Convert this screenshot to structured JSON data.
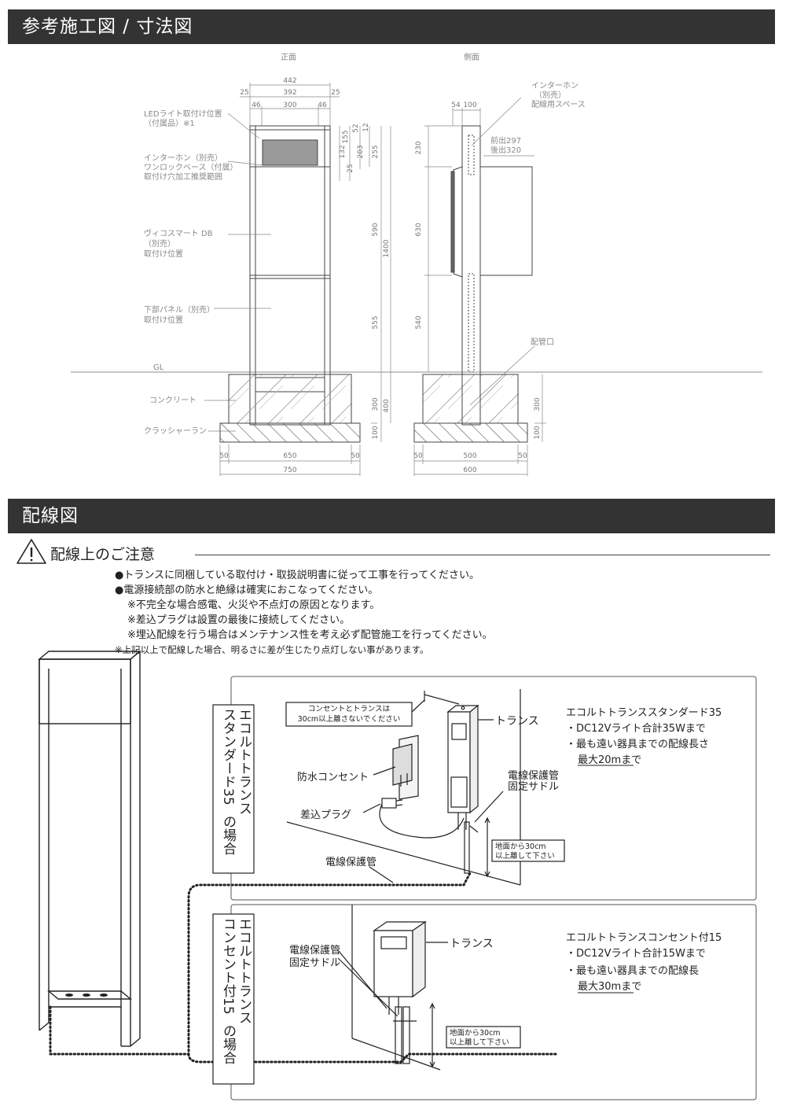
{
  "header1": "参考施工図 / 寸法図",
  "header2": "配線図",
  "views": {
    "front": "正面",
    "side": "側面"
  },
  "front_labels": {
    "led": "LEDライト取付け位置",
    "led2": "（付属品）※1",
    "intercom1": "インターホン（別売）",
    "intercom2": "ワンロックベース（付属）",
    "intercom3": "取付け穴加工推奨範囲",
    "vico1": "ヴィコスマート DB",
    "vico2": "（別売）",
    "vico3": "取付け位置",
    "panel1": "下部パネル（別売）",
    "panel2": "取付け位置",
    "gl": "GL",
    "concrete": "コンクリート",
    "crusher": "クラッシャーラン"
  },
  "front_dims": {
    "w442": "442",
    "d25a": "25",
    "d392": "392",
    "d25b": "25",
    "d46a": "46",
    "d300": "300",
    "d46b": "46",
    "d50a": "50",
    "d650": "650",
    "d50b": "50",
    "d750": "750",
    "h12": "12",
    "h52": "52",
    "h155": "155",
    "h132": "132",
    "h203": "203",
    "h255": "255",
    "h25": "25",
    "h590": "590",
    "h555": "555",
    "h1400": "1400",
    "h300": "300",
    "h400": "400",
    "h100": "100"
  },
  "side_labels": {
    "intercom1": "インターホン",
    "intercom2": "（別売）",
    "intercom3": "配線用スペース",
    "front_out": "前出297",
    "back_out": "後出320",
    "pipe_port": "配管口"
  },
  "side_dims": {
    "d54": "54",
    "d100": "100",
    "h230": "230",
    "h630": "630",
    "h540": "540",
    "h300": "300",
    "h100": "100",
    "d50a": "50",
    "d500": "500",
    "d50b": "50",
    "d600": "600"
  },
  "notice": {
    "title": "配線上のご注意",
    "lines": [
      "●トランスに同梱している取付け・取扱説明書に従って工事を行ってください。",
      "●電源接続部の防水と絶縁は確実におこなってください。",
      "※不完全な場合感電、火災や不点灯の原因となります。",
      "※差込プラグは設置の最後に接続してください。",
      "※埋込配線を行う場合はメンテナンス性を考え必ず配管施工を行ってください。",
      "※上記以上で配線した場合、明るさに差が生じたり点灯しない事があります。"
    ]
  },
  "case1": {
    "vertical": [
      "エコルトトランス",
      "スタンダード35",
      "の場合"
    ],
    "callout1": "コンセントとトランスは",
    "callout2": "30cm以上離さないでください",
    "transformer": "トランス",
    "outlet": "防水コンセント",
    "plug": "差込プラグ",
    "saddle1": "電線保護管",
    "saddle2": "固定サドル",
    "ground1": "地面から30cm",
    "ground2": "以上離して下さい",
    "conduit": "電線保護管",
    "spec_title": "エコルトトランススタンダード35",
    "spec1": "・DC12Vライト合計35Wまで",
    "spec2": "・最も遠い器具までの配線長さ",
    "spec3": "最大20mまで"
  },
  "case2": {
    "vertical": [
      "エコルトトランス",
      "コンセント付15",
      "の場合"
    ],
    "saddle1": "電線保護管",
    "saddle2": "固定サドル",
    "transformer": "トランス",
    "ground1": "地面から30cm",
    "ground2": "以上離して下さい",
    "spec_title": "エコルトトランスコンセント付15",
    "spec1": "・DC12Vライト合計15Wまで",
    "spec2": "・最も遠い器具までの配線長",
    "spec3": "最大30mまで"
  }
}
